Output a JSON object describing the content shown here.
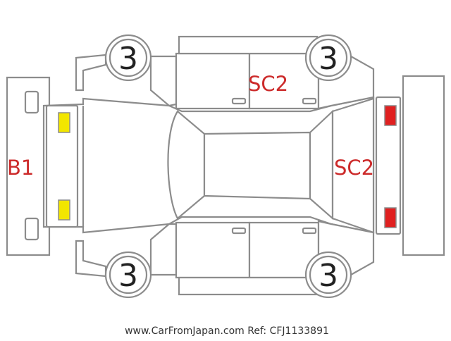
{
  "tires": {
    "front_left": "3",
    "rear_left": "3",
    "front_right": "3",
    "rear_right": "3"
  },
  "damage_codes": {
    "roof_top": "SC2",
    "rear_panel": "SC2",
    "front_bumper": "B1"
  },
  "footer": "www.CarFromJapan.com Ref: CFJ1133891",
  "colors": {
    "outline": "#8c8c8c",
    "damage_text": "#cc2a2a",
    "front_lamp": "#f2e600",
    "rear_lamp": "#e02020"
  }
}
